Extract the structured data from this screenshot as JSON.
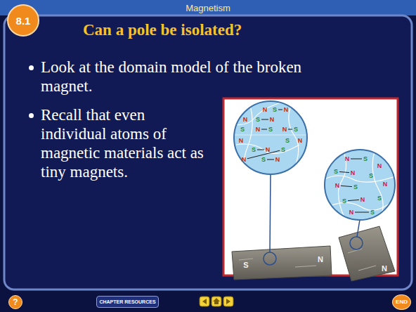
{
  "diagram": {
    "title": "Can a pole be isolated?",
    "nodes": [
      {
        "text": [
          "8.1"
        ]
      },
      {
        "text": [
          "?"
        ]
      },
      {
        "text": [
          "CHAPTER RESOURCES"
        ]
      },
      {
        "text": [
          "END"
        ]
      }
    ],
    "labels": [
      "Magnetism",
      "Look at the domain model of the broken magnet.",
      "Recall that even individual atoms of magnetic materials act as tiny magnets.",
      "S",
      "N",
      "N",
      "N",
      "S",
      "N",
      "N",
      "S",
      "N",
      "S",
      "N",
      "S",
      "N",
      "S",
      "N",
      "S",
      "N",
      "S",
      "N",
      "S",
      "N",
      "S",
      "N",
      "N",
      "S",
      "N",
      "S",
      "N",
      "S",
      "N",
      "S",
      "N",
      "S",
      "N",
      "S",
      "N",
      "S"
    ]
  }
}
